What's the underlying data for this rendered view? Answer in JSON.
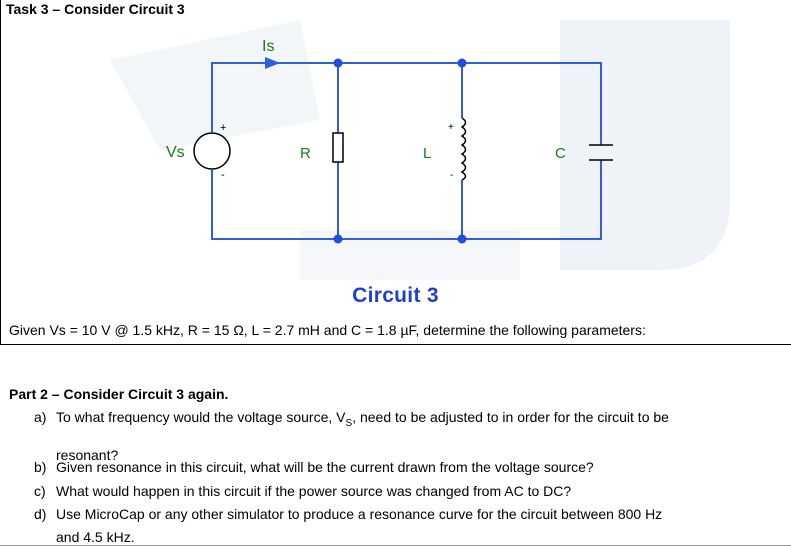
{
  "task_title": "Task 3 – Consider Circuit 3",
  "circuit": {
    "caption": "Circuit 3",
    "labels": {
      "is": "Is",
      "vs": "Vs",
      "r": "R",
      "l": "L",
      "c": "C",
      "plus": "+",
      "minus": "-"
    },
    "colors": {
      "wire": "#2f5fe0",
      "component": "#000000",
      "node": "#1e4fd8",
      "label": "#1a7a1a"
    }
  },
  "given_text": "Given Vs = 10 V @ 1.5 kHz, R = 15 Ω, L = 2.7 mH and C = 1.8 µF, determine the following parameters:",
  "part2": {
    "title": "Part 2 – Consider Circuit 3 again.",
    "questions": [
      {
        "letter": "a)",
        "text": "To what frequency would the voltage source, V",
        "sub": "S",
        "text_after": ", need to be adjusted to in order for the circuit to be",
        "text_cont": "resonant?"
      },
      {
        "letter": "b)",
        "text": "Given resonance in this circuit, what will be the current drawn from the voltage source?"
      },
      {
        "letter": "c)",
        "text": "What would happen in this circuit if the power source was changed from AC to DC?"
      },
      {
        "letter": "d)",
        "text": "Use MicroCap or any other simulator to produce a resonance curve for the circuit between 800 Hz",
        "text_cont": "and 4.5 kHz."
      }
    ]
  }
}
